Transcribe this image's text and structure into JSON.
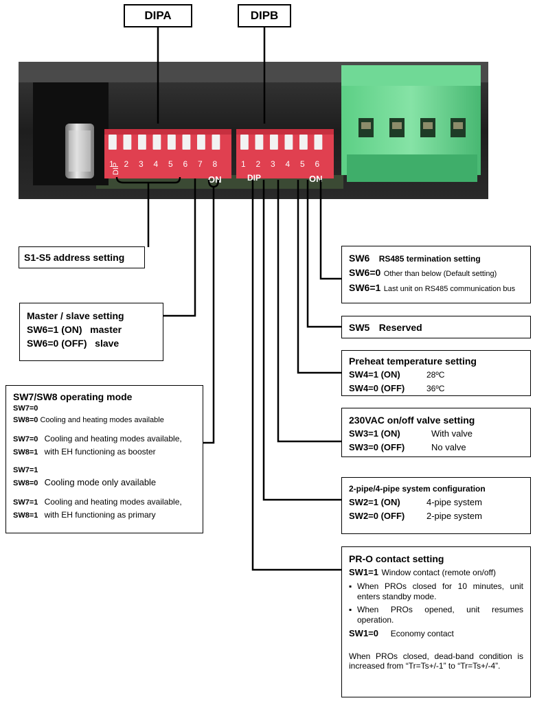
{
  "labels": {
    "dipa": "DIPA",
    "dipb": "DIPB"
  },
  "dip_switch": {
    "dipa_numbers": [
      "1",
      "2",
      "3",
      "4",
      "5",
      "6",
      "7",
      "8"
    ],
    "dipb_numbers": [
      "1",
      "2",
      "3",
      "4",
      "5",
      "6"
    ],
    "dip_text": "DIP",
    "on_text": "ON"
  },
  "s1s5": {
    "title": "S1-S5 address setting"
  },
  "master": {
    "title": "Master / slave setting",
    "line1": "SW6=1 (ON)   master",
    "line2": "SW6=0 (OFF)   slave"
  },
  "sw78": {
    "title": "SW7/SW8 operating mode",
    "g1a_key": "SW7=0",
    "g1b_key": "SW8=0",
    "g1b_text": "Cooling and heating modes available",
    "g2a_key": "SW7=0",
    "g2a_text": "Cooling and heating modes available,",
    "g2b_key": "SW8=1",
    "g2b_text": "with EH functioning as booster",
    "g3a_key": "SW7=1",
    "g3b_key": "SW8=0",
    "g3b_text": "Cooling mode only available",
    "g4a_key": "SW7=1",
    "g4a_text": "Cooling and heating modes available,",
    "g4b_key": "SW8=1",
    "g4b_text": "with EH functioning as primary"
  },
  "sw6": {
    "key": "SW6",
    "title": "RS485 termination setting",
    "l1_key": "SW6=0",
    "l1_text": "Other than below (Default setting)",
    "l2_key": "SW6=1",
    "l2_text": "Last unit on RS485 communication bus"
  },
  "sw5": {
    "key": "SW5",
    "text": "Reserved"
  },
  "sw4": {
    "title": "Preheat temperature setting",
    "l1_key": "SW4=1 (ON)",
    "l1_text": "28ºC",
    "l2_key": "SW4=0 (OFF)",
    "l2_text": "36ºC"
  },
  "sw3": {
    "title": "230VAC on/off valve setting",
    "l1_key": "SW3=1 (ON)",
    "l1_text": "With valve",
    "l2_key": "SW3=0 (OFF)",
    "l2_text": "No valve"
  },
  "sw2": {
    "title": "2-pipe/4-pipe system configuration",
    "l1_key": "SW2=1 (ON)",
    "l1_text": "4-pipe system",
    "l2_key": "SW2=0 (OFF)",
    "l2_text": "2-pipe system"
  },
  "sw1": {
    "title": "PR-O contact setting",
    "l1_key": "SW1=1",
    "l1_text": "Window contact (remote on/off)",
    "bullet1": "When PROs closed for 10 minutes, unit enters standby mode.",
    "bullet2": "When PROs opened, unit resumes operation.",
    "l2_key": "SW1=0",
    "l2_text": "Economy contact",
    "para": "When PROs closed, dead-band condition is increased from “Tr=Ts+/-1” to “Tr=Ts+/-4”."
  }
}
